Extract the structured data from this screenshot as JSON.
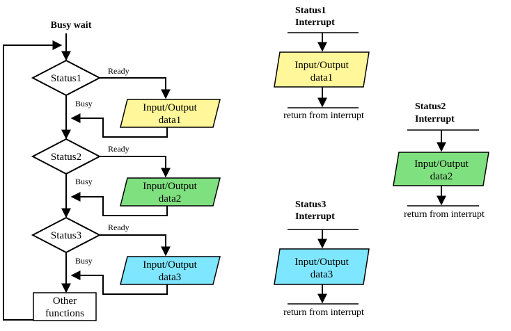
{
  "colors": {
    "data1": "#fff799",
    "data2": "#7fe07f",
    "data3": "#7fe6ff",
    "line": "#000000",
    "background": "#ffffff"
  },
  "busy_wait": {
    "title": "Busy wait",
    "status1": "Status1",
    "status2": "Status2",
    "status3": "Status3",
    "ready": "Ready",
    "busy": "Busy",
    "io1": {
      "line1": "Input/Output",
      "line2": "data1"
    },
    "io2": {
      "line1": "Input/Output",
      "line2": "data2"
    },
    "io3": {
      "line1": "Input/Output",
      "line2": "data3"
    },
    "other": {
      "line1": "Other",
      "line2": "functions"
    }
  },
  "interrupts": {
    "i1": {
      "title1": "Status1",
      "title2": "Interrupt",
      "io1": "Input/Output",
      "io2": "data1",
      "ret": "return from interrupt"
    },
    "i2": {
      "title1": "Status2",
      "title2": "Interrupt",
      "io1": "Input/Output",
      "io2": "data2",
      "ret": "return from interrupt"
    },
    "i3": {
      "title1": "Status3",
      "title2": "Interrupt",
      "io1": "Input/Output",
      "io2": "data3",
      "ret": "return from interrupt"
    }
  }
}
